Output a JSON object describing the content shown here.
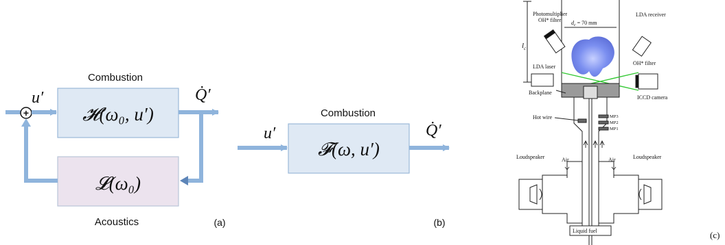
{
  "panel_a": {
    "top_label": "Combustion",
    "bottom_label": "Acoustics",
    "tag": "(a)",
    "input_symbol": "u′",
    "output_symbol": "Q̇′",
    "forward_block": "𝓗(ω₀, u′)",
    "feedback_block": "𝓛(ω₀)",
    "sum_sign": "+",
    "colors": {
      "forward_fill": "#dfe9f4",
      "feedback_fill": "#ece3ee",
      "arrow": "#8fb4dc",
      "border": "#9ab8d8"
    }
  },
  "panel_b": {
    "top_label": "Combustion",
    "tag": "(b)",
    "input_symbol": "u′",
    "output_symbol": "Q̇′",
    "block": "𝓕(ω, u′)"
  },
  "panel_c": {
    "tag": "(c)",
    "labels": {
      "combustor_length": "l",
      "combustor_length_sub": "c",
      "diameter": "d",
      "diameter_sub": "c",
      "diameter_value": " = 70 mm",
      "photomultiplier": "Photomultiplier",
      "oh_filter_pm": "OH* filter",
      "lda_receiver": "LDA receiver",
      "oh_filter_cam": "OH* filter",
      "lda_laser": "LDA laser",
      "iccd_camera": "ICCD camera",
      "backplane": "Backplane",
      "hot_wire": "Hot wire",
      "mp3": "MP3",
      "mp2": "MP2",
      "mp1": "MP1",
      "loudspeaker_left": "Loudspeaker",
      "loudspeaker_right": "Loudspeaker",
      "air_left": "Air",
      "air_right": "Air",
      "liquid_fuel": "Liquid fuel"
    },
    "colors": {
      "flame": "#6f86e6",
      "laser_beam": "#32c832",
      "ink": "#222222"
    }
  }
}
